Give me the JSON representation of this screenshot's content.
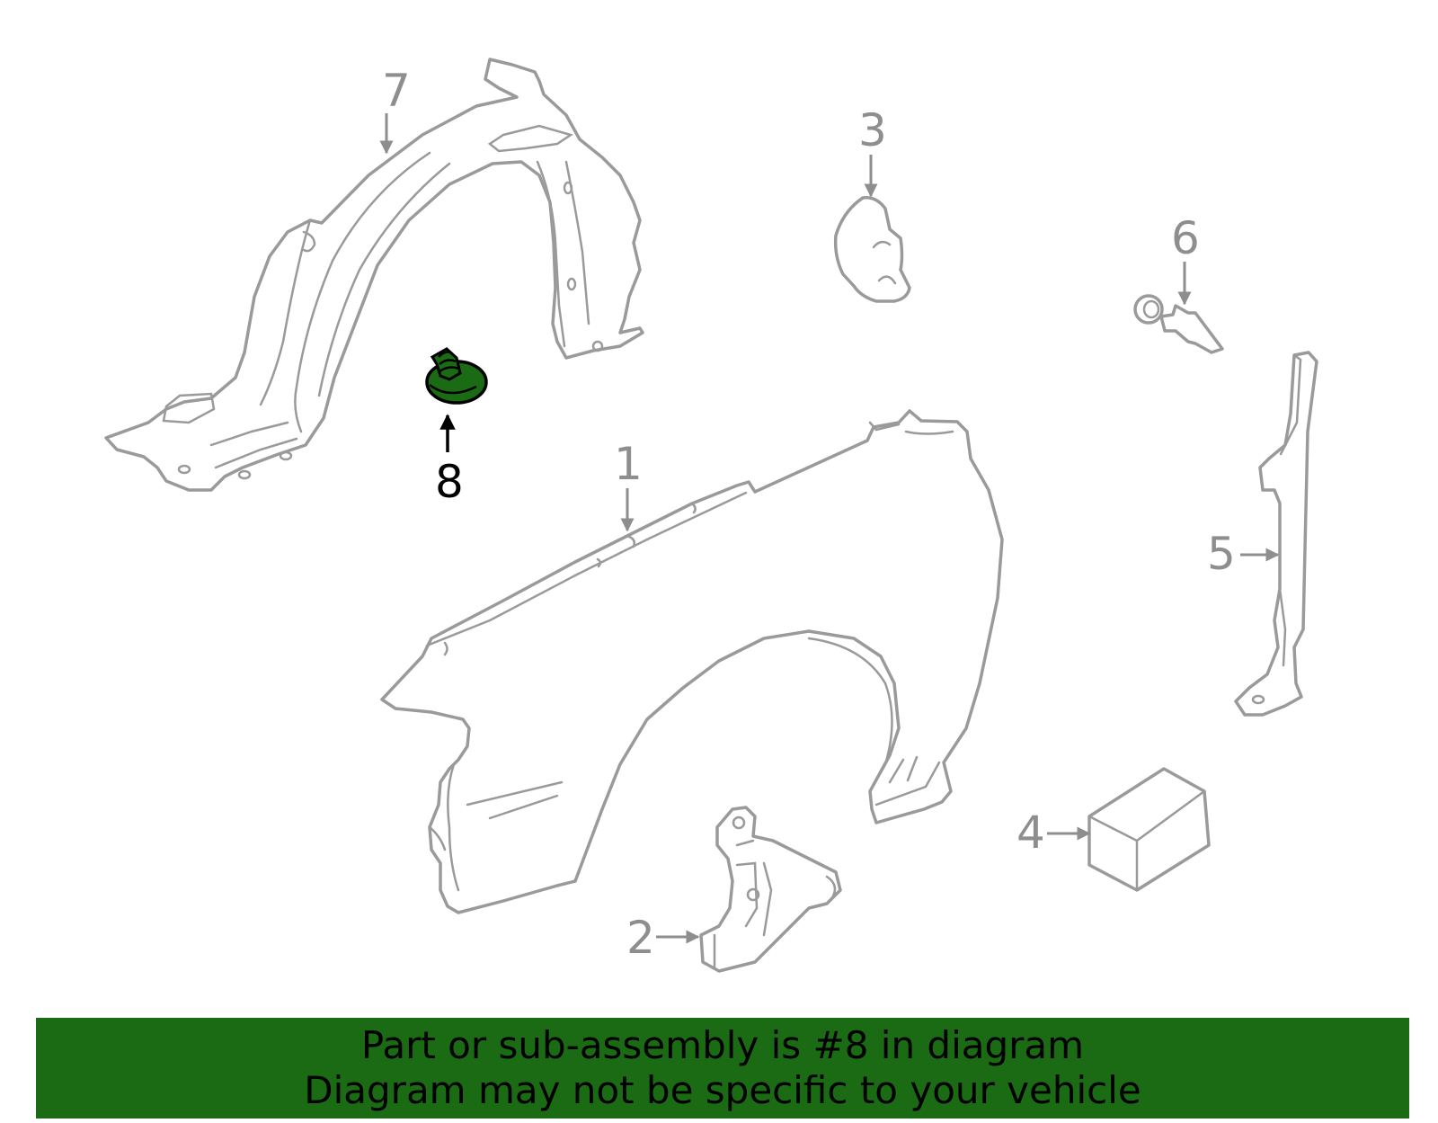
{
  "callouts": {
    "c1": "1",
    "c2": "2",
    "c3": "3",
    "c4": "4",
    "c5": "5",
    "c6": "6",
    "c7": "7",
    "c8": "8"
  },
  "highlight_color": "#1a6b13",
  "banner": {
    "line1": "Part or sub-assembly is #8 in diagram",
    "line2": "Diagram may not be specific to your vehicle",
    "background": "#1a6b13"
  }
}
